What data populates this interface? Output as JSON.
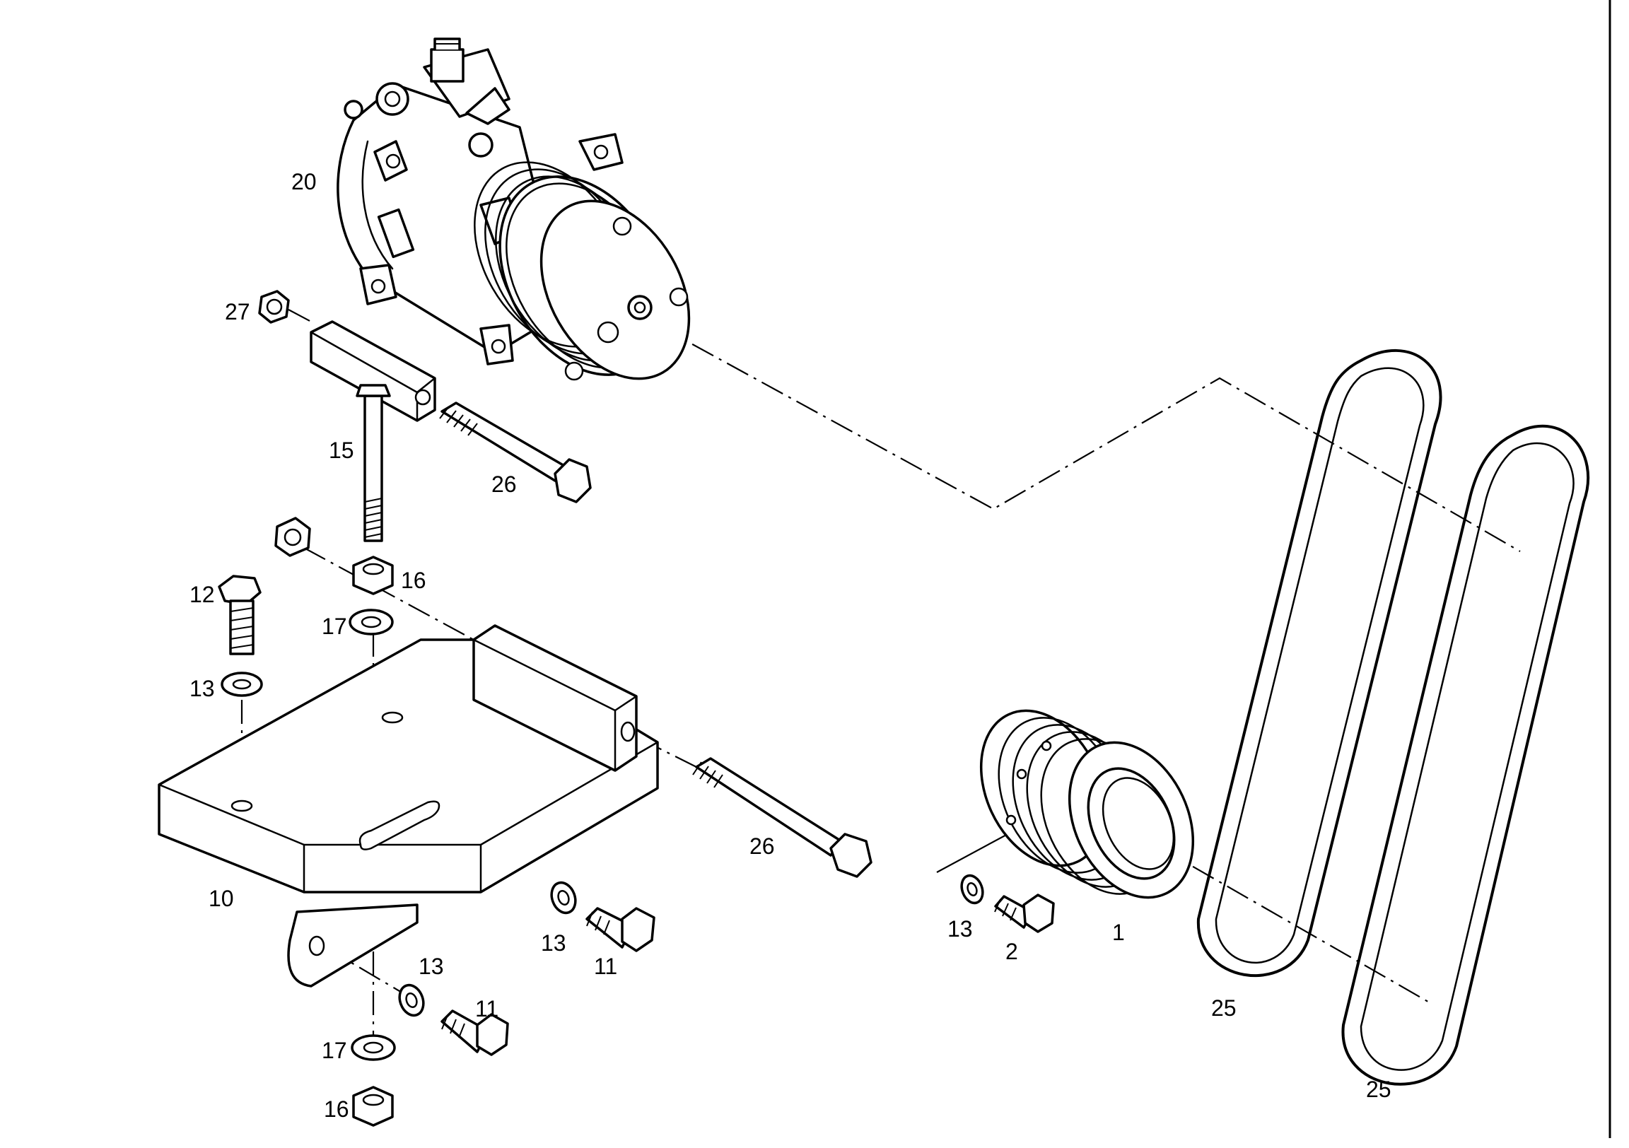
{
  "labels": {
    "l1": "1",
    "l2": "2",
    "l10": "10",
    "l11a": "11",
    "l11b": "11",
    "l12": "12",
    "l13a": "13",
    "l13b": "13",
    "l13c": "13",
    "l13d": "13",
    "l15": "15",
    "l16a": "16",
    "l16b": "16",
    "l17a": "17",
    "l17b": "17",
    "l20": "20",
    "l25a": "25",
    "l25b": "25",
    "l26a": "26",
    "l26b": "26",
    "l27": "27"
  },
  "colors": {
    "ink": "#000000",
    "paper": "#ffffff"
  }
}
